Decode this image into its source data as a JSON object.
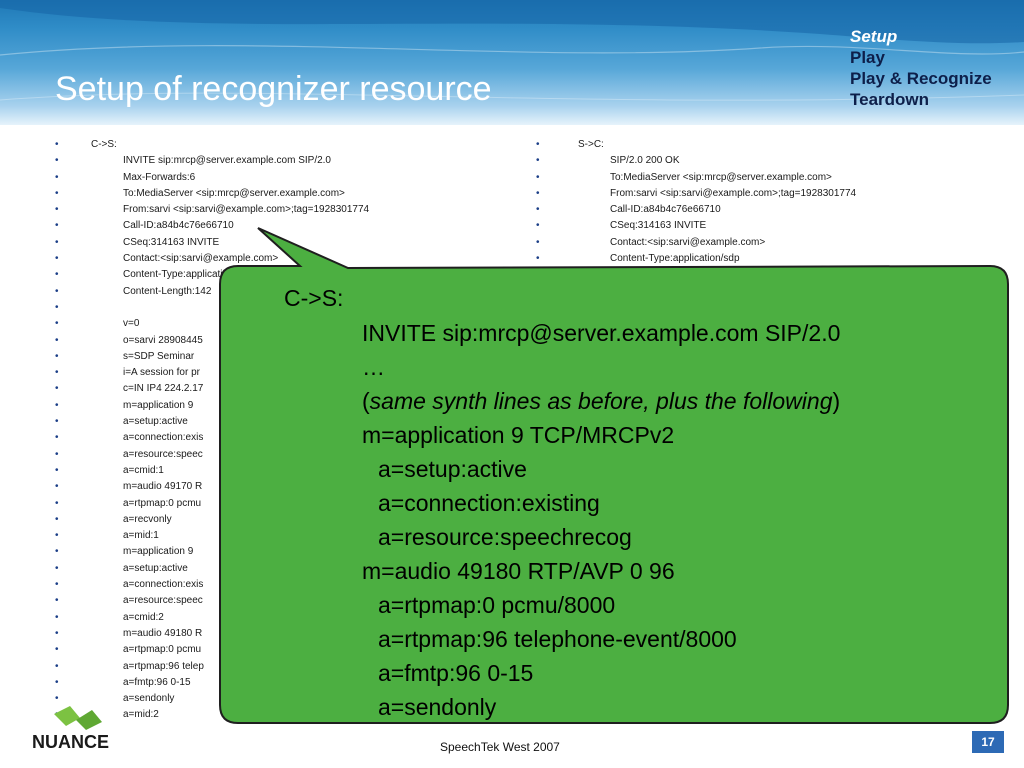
{
  "slide": {
    "title": "Setup of recognizer resource",
    "nav": [
      {
        "label": "Setup",
        "active": true
      },
      {
        "label": "Play",
        "active": false
      },
      {
        "label": "Play & Recognize",
        "active": false
      },
      {
        "label": "Teardown",
        "active": false
      }
    ],
    "bullet_char": "•",
    "left_lines": [
      {
        "text": "C->S:",
        "indent": false
      },
      {
        "text": "INVITE sip:mrcp@server.example.com SIP/2.0",
        "indent": true
      },
      {
        "text": "Max-Forwards:6",
        "indent": true
      },
      {
        "text": "To:MediaServer <sip:mrcp@server.example.com>",
        "indent": true
      },
      {
        "text": "From:sarvi <sip:sarvi@example.com>;tag=1928301774",
        "indent": true
      },
      {
        "text": "Call-ID:a84b4c76e66710",
        "indent": true
      },
      {
        "text": "CSeq:314163 INVITE",
        "indent": true
      },
      {
        "text": "Contact:<sip:sarvi@example.com>",
        "indent": true
      },
      {
        "text": "Content-Type:application",
        "indent": true
      },
      {
        "text": "Content-Length:142",
        "indent": true
      },
      {
        "text": "",
        "indent": true
      },
      {
        "text": "v=0",
        "indent": true
      },
      {
        "text": "o=sarvi 28908445",
        "indent": true
      },
      {
        "text": "s=SDP Seminar",
        "indent": true
      },
      {
        "text": "i=A session for pr",
        "indent": true
      },
      {
        "text": "c=IN IP4 224.2.17",
        "indent": true
      },
      {
        "text": "m=application 9",
        "indent": true
      },
      {
        "text": "a=setup:active",
        "indent": true
      },
      {
        "text": "a=connection:exis",
        "indent": true
      },
      {
        "text": "a=resource:speec",
        "indent": true
      },
      {
        "text": "a=cmid:1",
        "indent": true
      },
      {
        "text": "m=audio 49170 R",
        "indent": true
      },
      {
        "text": "a=rtpmap:0 pcmu",
        "indent": true
      },
      {
        "text": "a=recvonly",
        "indent": true
      },
      {
        "text": "a=mid:1",
        "indent": true
      },
      {
        "text": "m=application 9",
        "indent": true
      },
      {
        "text": "a=setup:active",
        "indent": true
      },
      {
        "text": "a=connection:exis",
        "indent": true
      },
      {
        "text": "a=resource:speec",
        "indent": true
      },
      {
        "text": "a=cmid:2",
        "indent": true
      },
      {
        "text": "m=audio 49180 R",
        "indent": true
      },
      {
        "text": "a=rtpmap:0 pcmu",
        "indent": true
      },
      {
        "text": "a=rtpmap:96 telep",
        "indent": true
      },
      {
        "text": "a=fmtp:96 0-15",
        "indent": true
      },
      {
        "text": "a=sendonly",
        "indent": true
      },
      {
        "text": "a=mid:2",
        "indent": true
      }
    ],
    "right_lines": [
      {
        "text": "S->C:",
        "indent": false
      },
      {
        "text": "SIP/2.0 200 OK",
        "indent": true
      },
      {
        "text": "To:MediaServer <sip:mrcp@server.example.com>",
        "indent": true
      },
      {
        "text": "From:sarvi <sip:sarvi@example.com>;tag=1928301774",
        "indent": true
      },
      {
        "text": "Call-ID:a84b4c76e66710",
        "indent": true
      },
      {
        "text": "CSeq:314163 INVITE",
        "indent": true
      },
      {
        "text": "Contact:<sip:sarvi@example.com>",
        "indent": true
      },
      {
        "text": "Content-Type:application/sdp",
        "indent": true
      }
    ],
    "callout": {
      "lines": [
        {
          "text": "C->S:",
          "level": 0
        },
        {
          "text": "INVITE sip:mrcp@server.example.com SIP/2.0",
          "level": 1
        },
        {
          "text": "…",
          "level": 1
        },
        {
          "text": "",
          "level": 1,
          "rich": true
        },
        {
          "text": "m=application 9  TCP/MRCPv2",
          "level": 1
        },
        {
          "text": "a=setup:active",
          "level": 2
        },
        {
          "text": "a=connection:existing",
          "level": 2
        },
        {
          "text": "a=resource:speechrecog",
          "level": 2
        },
        {
          "text": "m=audio 49180 RTP/AVP 0 96",
          "level": 1
        },
        {
          "text": "a=rtpmap:0 pcmu/8000",
          "level": 2
        },
        {
          "text": "a=rtpmap:96 telephone-event/8000",
          "level": 2
        },
        {
          "text": "a=fmtp:96 0-15",
          "level": 2
        },
        {
          "text": "a=sendonly",
          "level": 2
        }
      ],
      "note_open": "(",
      "note_italic": "same synth lines as before, plus the following",
      "note_close": ")",
      "fill": "#4caf41"
    },
    "footer": "SpeechTek West 2007",
    "page_number": "17",
    "logo_text": "NUANCE",
    "colors": {
      "header": "#2f8cc7",
      "callout": "#4caf41",
      "badge": "#2d6ab5",
      "nav_text": "#0d1f4a"
    }
  }
}
